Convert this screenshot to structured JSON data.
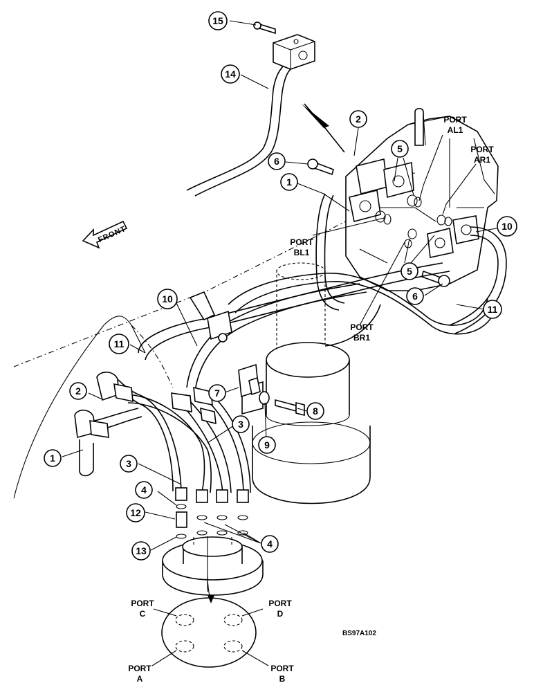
{
  "callouts": [
    {
      "number": "1"
    },
    {
      "number": "1"
    },
    {
      "number": "2"
    },
    {
      "number": "2"
    },
    {
      "number": "3"
    },
    {
      "number": "3"
    },
    {
      "number": "4"
    },
    {
      "number": "4"
    },
    {
      "number": "5"
    },
    {
      "number": "5"
    },
    {
      "number": "6"
    },
    {
      "number": "6"
    },
    {
      "number": "7"
    },
    {
      "number": "8"
    },
    {
      "number": "9"
    },
    {
      "number": "10"
    },
    {
      "number": "10"
    },
    {
      "number": "11"
    },
    {
      "number": "11"
    },
    {
      "number": "12"
    },
    {
      "number": "13"
    },
    {
      "number": "14"
    },
    {
      "number": "15"
    }
  ],
  "ports": {
    "al1": [
      "PORT",
      "AL1"
    ],
    "ar1": [
      "PORT",
      "AR1"
    ],
    "bl1": [
      "PORT",
      "BL1"
    ],
    "br1": [
      "PORT",
      "BR1"
    ],
    "c": [
      "PORT",
      "C"
    ],
    "d": [
      "PORT",
      "D"
    ],
    "a": [
      "PORT",
      "A"
    ],
    "b": [
      "PORT",
      "B"
    ]
  },
  "front_label": "FRONT",
  "drawing_code": "BS97A102",
  "colors": {
    "line": "#000000",
    "background": "#ffffff"
  }
}
